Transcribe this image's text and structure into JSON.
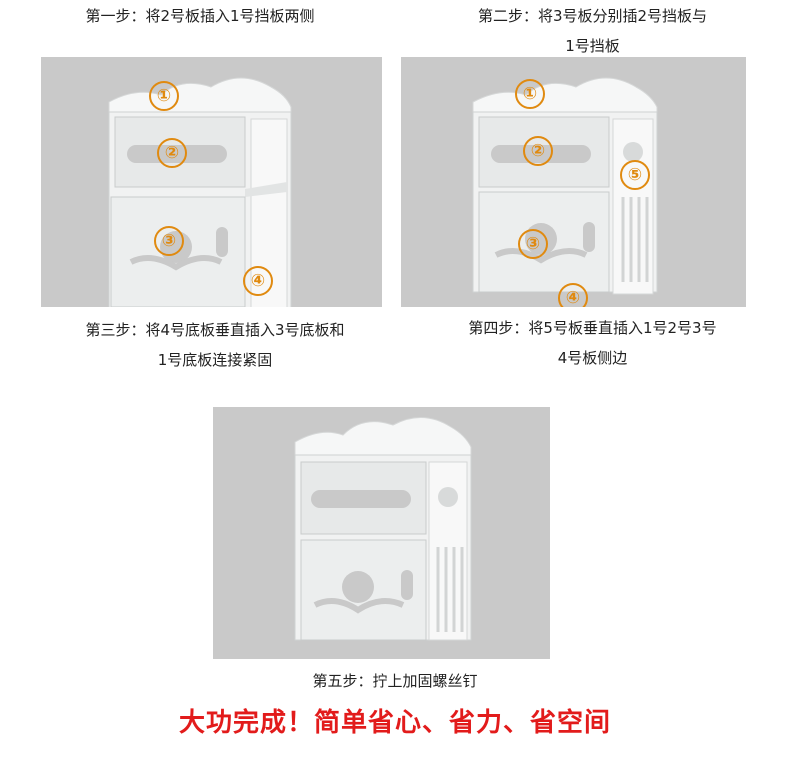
{
  "steps": [
    {
      "lines": [
        "第一步：将2号板插入1号挡板两侧"
      ]
    },
    {
      "lines": [
        "第二步：将3号板分别插2号挡板与",
        "1号挡板"
      ]
    },
    {
      "lines": [
        "第三步：将4号底板垂直插入3号底板和",
        "1号底板连接紧固"
      ]
    },
    {
      "lines": [
        "第四步：将5号板垂直插入1号2号3号",
        "4号板侧边"
      ]
    },
    {
      "lines": [
        "第五步：拧上加固螺丝钉"
      ]
    }
  ],
  "badges": {
    "one": "①",
    "two": "②",
    "three": "③",
    "four": "④",
    "five": "⑤"
  },
  "slogan": "大功完成！简单省心、省力、省空间",
  "colors": {
    "panel_bg": "#c9c9c9",
    "badge": "#e08a10",
    "slogan": "#e21b1b"
  }
}
